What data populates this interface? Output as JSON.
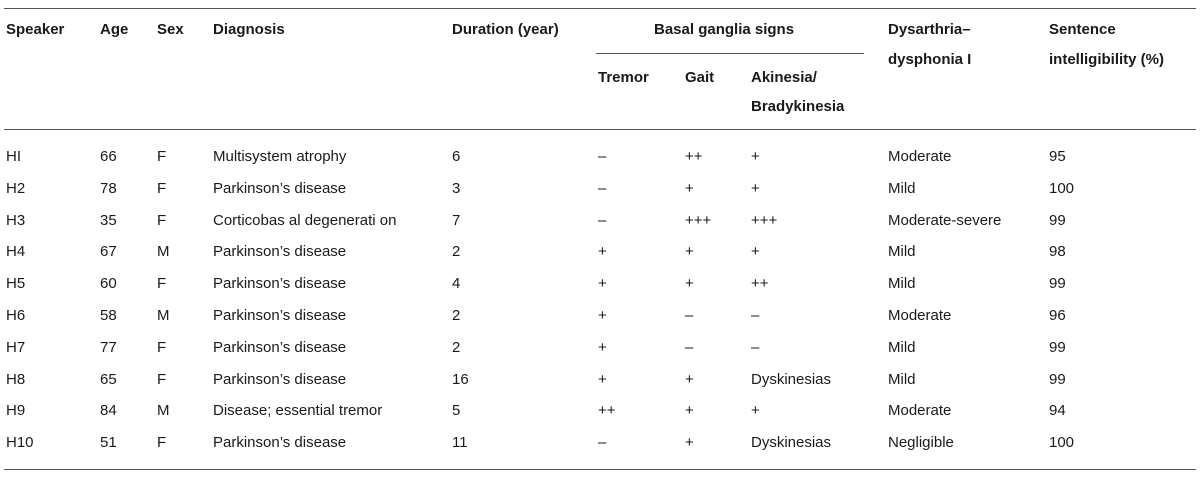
{
  "headers": {
    "speaker": "Speaker",
    "age": "Age",
    "sex": "Sex",
    "diagnosis": "Diagnosis",
    "duration": "Duration (year)",
    "basal_group": "Basal ganglia signs",
    "tremor": "Tremor",
    "gait": "Gait",
    "akinesia_1": "Akinesia/",
    "akinesia_2": "Bradykinesia",
    "dysarthria_1": "Dysarthria–",
    "dysarthria_2": "dysphonia I",
    "intelligibility_1": "Sentence",
    "intelligibility_2": "intelligibility (%)"
  },
  "rows": [
    {
      "speaker": "HI",
      "age": "66",
      "sex": "F",
      "diagnosis": "Multisystem atrophy",
      "duration": "6",
      "tremor": "–",
      "gait": "++",
      "akinesia": "+",
      "dysarthria": "Moderate",
      "intelligibility": "95"
    },
    {
      "speaker": "H2",
      "age": "78",
      "sex": "F",
      "diagnosis": "Parkinson’s disease",
      "duration": "3",
      "tremor": "–",
      "gait": "+",
      "akinesia": "+",
      "dysarthria": "Mild",
      "intelligibility": "100"
    },
    {
      "speaker": "H3",
      "age": "35",
      "sex": "F",
      "diagnosis": "Corticobas al degenerati on",
      "duration": "7",
      "tremor": "–",
      "gait": "+++",
      "akinesia": "+++",
      "dysarthria": "Moderate-severe",
      "intelligibility": "99"
    },
    {
      "speaker": "H4",
      "age": "67",
      "sex": "M",
      "diagnosis": "Parkinson’s disease",
      "duration": "2",
      "tremor": "+",
      "gait": "+",
      "akinesia": "+",
      "dysarthria": "Mild",
      "intelligibility": "98"
    },
    {
      "speaker": "H5",
      "age": "60",
      "sex": "F",
      "diagnosis": "Parkinson’s disease",
      "duration": "4",
      "tremor": "+",
      "gait": "+",
      "akinesia": "++",
      "dysarthria": "Mild",
      "intelligibility": "99"
    },
    {
      "speaker": "H6",
      "age": "58",
      "sex": "M",
      "diagnosis": "Parkinson’s disease",
      "duration": "2",
      "tremor": "+",
      "gait": "–",
      "akinesia": "–",
      "dysarthria": "Moderate",
      "intelligibility": "96"
    },
    {
      "speaker": "H7",
      "age": "77",
      "sex": "F",
      "diagnosis": "Parkinson’s disease",
      "duration": "2",
      "tremor": "+",
      "gait": "–",
      "akinesia": "–",
      "dysarthria": "Mild",
      "intelligibility": "99"
    },
    {
      "speaker": "H8",
      "age": "65",
      "sex": "F",
      "diagnosis": "Parkinson’s disease",
      "duration": "16",
      "tremor": "+",
      "gait": "+",
      "akinesia": "Dyskinesias",
      "dysarthria": "Mild",
      "intelligibility": "99"
    },
    {
      "speaker": "H9",
      "age": "84",
      "sex": "M",
      "diagnosis": "Disease; essential tremor",
      "duration": "5",
      "tremor": "++",
      "gait": "+",
      "akinesia": "+",
      "dysarthria": "Moderate",
      "intelligibility": "94"
    },
    {
      "speaker": "H10",
      "age": "51",
      "sex": "F",
      "diagnosis": "Parkinson’s disease",
      "duration": "11",
      "tremor": "–",
      "gait": "+",
      "akinesia": "Dyskinesias",
      "dysarthria": "Negligible",
      "intelligibility": "100"
    }
  ]
}
